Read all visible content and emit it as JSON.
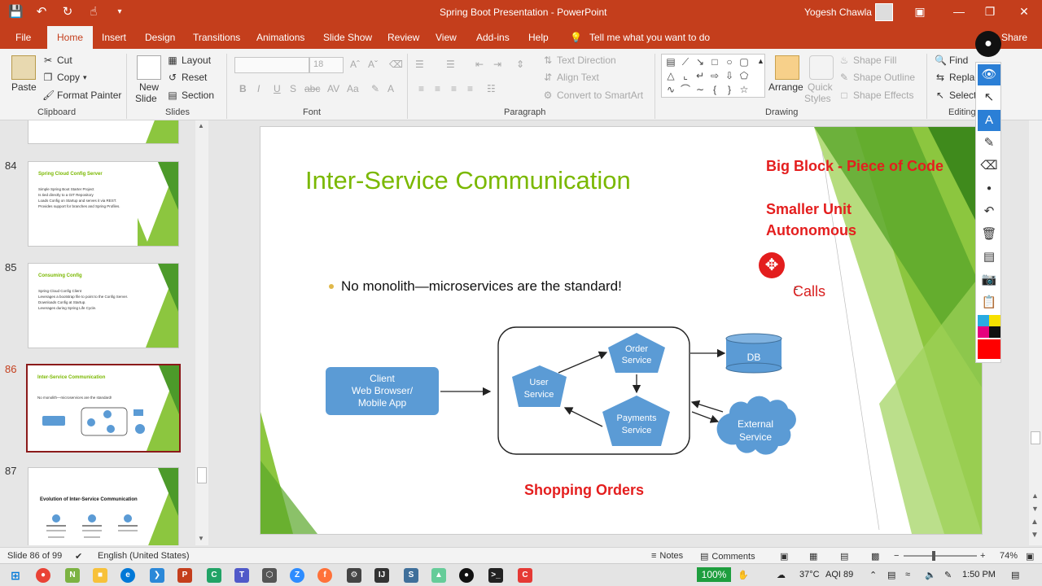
{
  "window": {
    "title": "Spring Boot Presentation  -  PowerPoint",
    "user": "Yogesh Chawla"
  },
  "qat": {
    "save": "save-icon",
    "undo": "undo-icon",
    "redo": "redo-icon",
    "touch": "touch-mode-icon",
    "customize": "customize-icon"
  },
  "tabs": [
    "File",
    "Home",
    "Insert",
    "Design",
    "Transitions",
    "Animations",
    "Slide Show",
    "Review",
    "View",
    "Add-ins",
    "Help"
  ],
  "tell_me": "Tell me what you want to do",
  "share": "Share",
  "ribbon": {
    "clipboard": {
      "paste": "Paste",
      "cut": "Cut",
      "copy": "Copy",
      "format_painter": "Format Painter",
      "label": "Clipboard"
    },
    "slides": {
      "new_slide": "New",
      "new_slide2": "Slide",
      "layout": "Layout",
      "reset": "Reset",
      "section": "Section",
      "label": "Slides"
    },
    "font": {
      "size": "18",
      "label": "Font"
    },
    "paragraph": {
      "text_direction": "Text Direction",
      "align_text": "Align Text",
      "smartart": "Convert to SmartArt",
      "label": "Paragraph"
    },
    "drawing": {
      "arrange": "Arrange",
      "quick_styles": "Quick",
      "quick_styles2": "Styles",
      "shape_fill": "Shape Fill",
      "shape_outline": "Shape Outline",
      "shape_effects": "Shape Effects",
      "label": "Drawing"
    },
    "editing": {
      "find": "Find",
      "replace": "Replac",
      "select": "Select",
      "label": "Editing"
    }
  },
  "thumbnails": [
    {
      "num": "84",
      "title": "Spring Cloud Config Server",
      "lines": [
        "Simple Spring Boot Starter Project",
        "Is tied directly to a GIT Repository",
        "Loads Config on Startup and serves it via REST.",
        "Provides support for branches and Spring Profiles."
      ]
    },
    {
      "num": "85",
      "title": "Consuming Config",
      "lines": [
        "Spring Cloud Config Client",
        "Leverages a bootstrap file to point to the Config Server.",
        "Downloads Config at Startup.",
        "Leverages during Spring Life Cycle."
      ]
    },
    {
      "num": "86",
      "title": "Inter-Service Communication",
      "lines": [
        "No monolith—microservices are the standard!"
      ]
    },
    {
      "num": "87",
      "title": "Evolution of Inter-Service Communication",
      "lines": []
    }
  ],
  "slide": {
    "title": "Inter-Service Communication",
    "bullet": "No monolith—microservices are the standard!",
    "client": [
      "Client",
      "Web Browser/",
      "Mobile App"
    ],
    "user_service": [
      "User",
      "Service"
    ],
    "order_service": [
      "Order",
      "Service"
    ],
    "payments_service": [
      "Payments",
      "Service"
    ],
    "db": "DB",
    "external": [
      "External",
      "Service"
    ],
    "shopping": "Shopping Orders",
    "note1": "Big Block - Piece of Code",
    "note2": "Smaller Unit",
    "note3": "Autonomous",
    "ink_text": "Calls"
  },
  "status": {
    "slide_info": "Slide 86 of 99",
    "language": "English (United States)",
    "notes": "Notes",
    "comments": "Comments",
    "zoom": "74%"
  },
  "taskbar": {
    "battery": "100%",
    "temp": "37°C",
    "aqi": "AQI 89",
    "time": "1:50 PM"
  }
}
